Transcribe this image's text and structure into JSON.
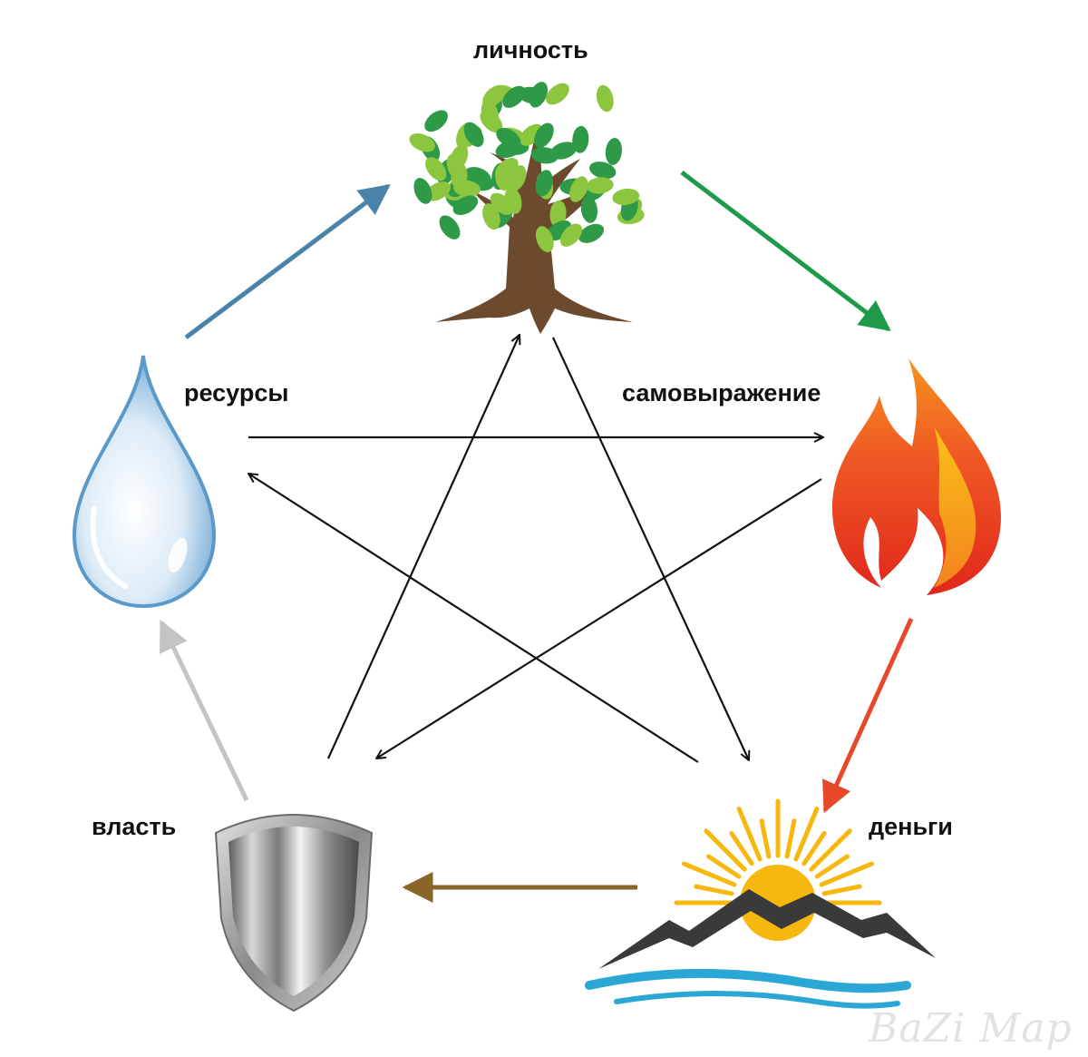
{
  "labels": {
    "wood": "личность",
    "water": "ресурсы",
    "fire": "самовыражение",
    "metal": "власть",
    "earth": "деньги"
  },
  "watermark": "BaZi Map",
  "colors": {
    "arrow_water_to_wood": "#4a82a8",
    "arrow_wood_to_fire": "#1e9a48",
    "arrow_fire_to_earth": "#e8482a",
    "arrow_earth_to_metal": "#8a6428",
    "arrow_metal_to_water": "#c4c4c4",
    "control_arrows": "#111111",
    "leaf_dark": "#2e9a48",
    "leaf_light": "#8cc63f",
    "trunk": "#6b4a2e",
    "water": "#7fb5dc",
    "flame_outer": "#e93a1f",
    "flame_inner": "#f7931e",
    "sun": "#f6b80e",
    "mountain": "#3a3a3a",
    "waves": "#2aa7d4",
    "shield": "#9a9a9a"
  },
  "icons": {
    "wood": "tree-icon",
    "water": "water-drop-icon",
    "fire": "flame-icon",
    "metal": "shield-icon",
    "earth": "sun-mountain-icon"
  }
}
